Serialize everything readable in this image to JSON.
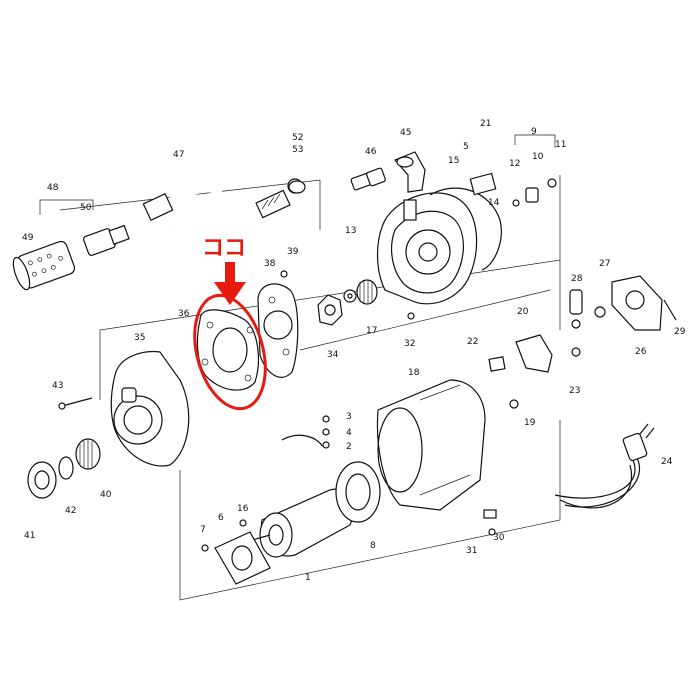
{
  "annotation": {
    "text": "ココ",
    "color": "#e8190f"
  },
  "part_numbers": {
    "p1": "1",
    "p2": "2",
    "p3": "3",
    "p4": "4",
    "p5": "5",
    "p6": "6",
    "p7": "7",
    "p8": "8",
    "p9": "9",
    "p10": "10",
    "p11": "11",
    "p12": "12",
    "p13": "13",
    "p14": "14",
    "p15": "15",
    "p16": "16",
    "p17": "17",
    "p18": "18",
    "p19": "19",
    "p20": "20",
    "p21": "21",
    "p22": "22",
    "p23": "23",
    "p24": "24",
    "p26": "26",
    "p27": "27",
    "p28": "28",
    "p29": "29",
    "p30": "30",
    "p31": "31",
    "p32": "32",
    "p34": "34",
    "p35": "35",
    "p36": "36",
    "p38": "38",
    "p39": "39",
    "p40": "40",
    "p41": "41",
    "p42": "42",
    "p43": "43",
    "p45": "45",
    "p46": "46",
    "p47": "47",
    "p48": "48",
    "p49": "49",
    "p50": "50",
    "p52": "52",
    "p53": "53"
  }
}
